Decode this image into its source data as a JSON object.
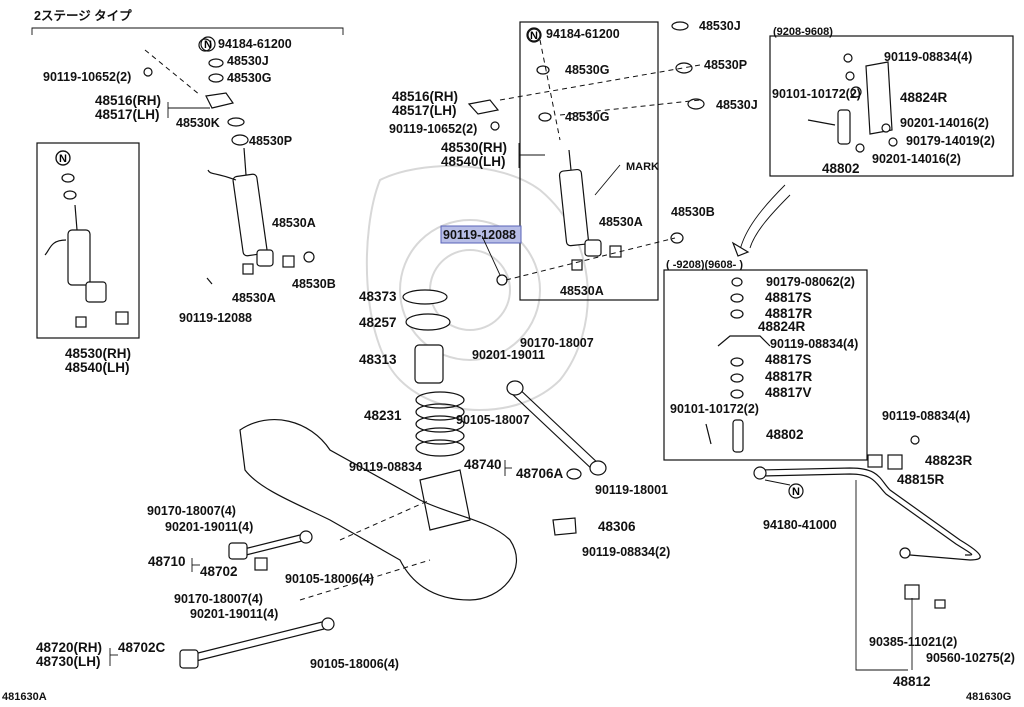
{
  "header": {
    "stage_label": "2ステージ タイプ"
  },
  "footer": {
    "left_code": "481630A",
    "right_code": "481630G"
  },
  "highlighted_part": "90119-12088",
  "labels": {
    "l_94184_61200_a": "94184-61200",
    "l_48530J_a": "48530J",
    "l_48530G_a": "48530G",
    "l_90119_10652_a": "90119-10652(2)",
    "l_48516_a": "48516(RH)",
    "l_48517_a": "48517(LH)",
    "l_48530K": "48530K",
    "l_48530P_a": "48530P",
    "l_48530A_a": "48530A",
    "l_48530A_b": "48530A",
    "l_48530B_a": "48530B",
    "l_90119_12088_a": "90119-12088",
    "l_48530RH_a": "48530(RH)",
    "l_48540LH_a": "48540(LH)",
    "l_94184_61200_b": "94184-61200",
    "l_48530J_b": "48530J",
    "l_48530G_b": "48530G",
    "l_48530P_b": "48530P",
    "l_48530J_c": "48530J",
    "l_48516_b": "48516(RH)",
    "l_48517_b": "48517(LH)",
    "l_90119_10652_b": "90119-10652(2)",
    "l_48530G_c": "48530G",
    "l_48530RH_b": "48530(RH)",
    "l_48540LH_b": "48540(LH)",
    "l_mark": "MARK",
    "l_48530A_c": "48530A",
    "l_48530B_b": "48530B",
    "l_90119_12088_hl": "90119-12088",
    "l_48530A_d": "48530A",
    "l_48373": "48373",
    "l_48257": "48257",
    "l_48313": "48313",
    "l_48231": "48231",
    "l_90170_18007_a": "90170-18007",
    "l_90201_19011_a": "90201-19011",
    "l_90105_18007": "90105-18007",
    "l_90119_08834_a": "90119-08834",
    "l_48740": "48740",
    "l_48706A": "48706A",
    "l_90119_18001": "90119-18001",
    "l_48306": "48306",
    "l_90119_08834_2": "90119-08834(2)",
    "l_90170_18007_4a": "90170-18007(4)",
    "l_90201_19011_4a": "90201-19011(4)",
    "l_48710": "48710",
    "l_48702": "48702",
    "l_90105_18006_a": "90105-18006(4)",
    "l_90170_18007_4b": "90170-18007(4)",
    "l_90201_19011_4b": "90201-19011(4)",
    "l_48720": "48720(RH)",
    "l_48730": "48730(LH)",
    "l_48702C": "48702C",
    "l_90105_18006_b": "90105-18006(4)",
    "l_9208_9608": "(9208-9608)",
    "l_90119_08834_4a": "90119-08834(4)",
    "l_48824R_a": "48824R",
    "l_90101_10172_a": "90101-10172(2)",
    "l_90201_14016_a": "90201-14016(2)",
    "l_90179_14019": "90179-14019(2)",
    "l_48802_a": "48802",
    "l_90201_14016_b": "90201-14016(2)",
    "l_9208b": "(    -9208)(9608-    )",
    "l_90179_08062": "90179-08062(2)",
    "l_48817S_a": "48817S",
    "l_48817R_a": "48817R",
    "l_48824R_b": "48824R",
    "l_90119_08834_4b": "90119-08834(4)",
    "l_48817S_b": "48817S",
    "l_48817R_b": "48817R",
    "l_48817V": "48817V",
    "l_90101_10172_b": "90101-10172(2)",
    "l_48802_b": "48802",
    "l_90119_08834_4c": "90119-08834(4)",
    "l_48823R": "48823R",
    "l_48815R": "48815R",
    "l_94180_41000": "94180-41000",
    "l_90385_11021": "90385-11021(2)",
    "l_90560_10275": "90560-10275(2)",
    "l_48812": "48812"
  },
  "symbols": {
    "n_circle": "N"
  }
}
